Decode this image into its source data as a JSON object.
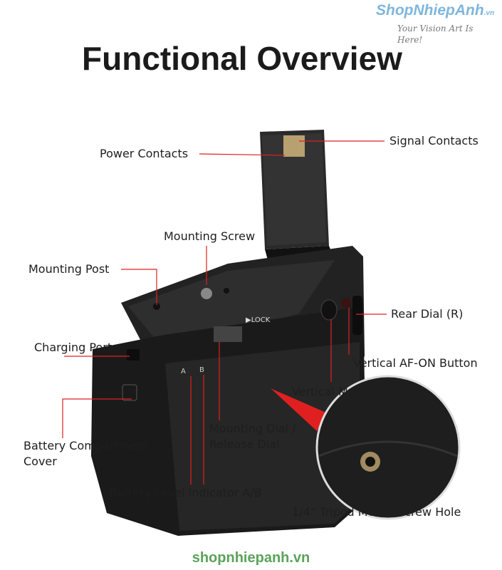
{
  "title": "Functional Overview",
  "logo": {
    "brand": "ShopNhiepAnh",
    "suffix": ".vn",
    "tagline": "Your Vision Art Is Here!"
  },
  "labels": {
    "power_contacts": "Power Contacts",
    "signal_contacts": "Signal Contacts",
    "mounting_screw": "Mounting Screw",
    "mounting_post": "Mounting Post",
    "rear_dial": "Rear Dial (R)",
    "charging_port": "Charging Port",
    "af_on": "Vertical AF-ON Button",
    "multi_selector": "Vertical Multi Selector",
    "battery_cover_1": "Battery Compartment",
    "battery_cover_2": "Cover",
    "mounting_dial_1": "Mounting Dial /",
    "mounting_dial_2": "Release Dial",
    "battery_level": "Battery Level Indicator A/B",
    "tripod": "1/4” Tripod Mount Screw Hole"
  },
  "product_marks": {
    "lock": "▶LOCK",
    "a": "A",
    "b": "B"
  },
  "footer": "shopnhiepanh.vn",
  "colors": {
    "callout": "#e02020",
    "body": "#1a1a1a"
  }
}
